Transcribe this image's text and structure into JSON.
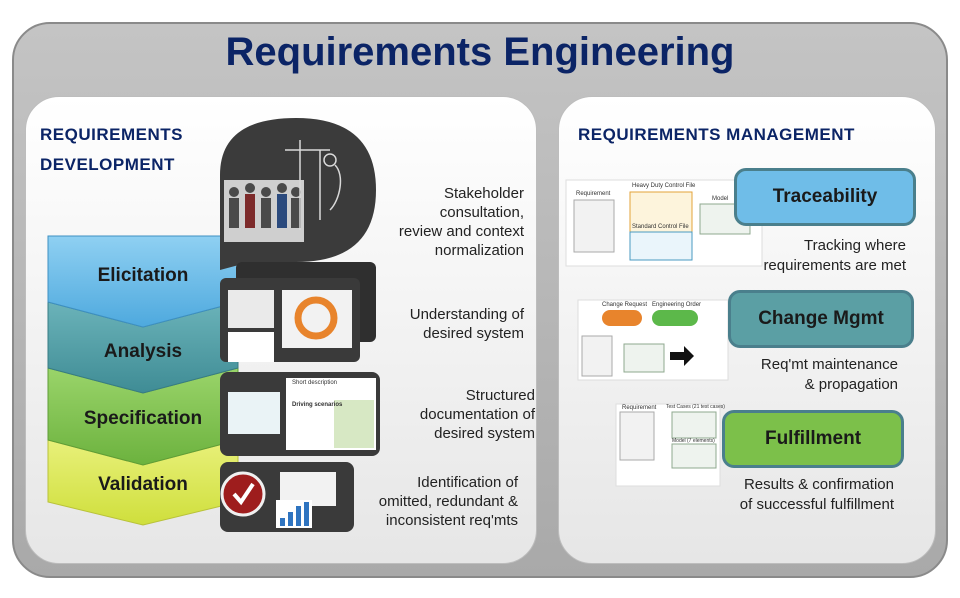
{
  "title": "Requirements Engineering",
  "development": {
    "title_line1": "REQUIREMENTS",
    "title_line2": "DEVELOPMENT",
    "stages": [
      {
        "label": "Elicitation",
        "color": "#5fb4e6",
        "description": [
          "Stakeholder",
          "consultation,",
          "review and context",
          "normalization"
        ]
      },
      {
        "label": "Analysis",
        "color": "#4a9aa3",
        "description": [
          "Understanding of",
          "desired system"
        ]
      },
      {
        "label": "Specification",
        "color": "#7cc04a",
        "description": [
          "Structured",
          "documentation of",
          "desired system"
        ]
      },
      {
        "label": "Validation",
        "color": "#d7e64a",
        "description": [
          "Identification of",
          "omitted, redundant &",
          "inconsistent req'mts"
        ]
      }
    ]
  },
  "management": {
    "title": "REQUIREMENTS  MANAGEMENT",
    "items": [
      {
        "label": "Traceability",
        "color": "#6fbde8",
        "description": [
          "Tracking where",
          "requirements are met"
        ]
      },
      {
        "label": "Change Mgmt",
        "color": "#5b9fa4",
        "description": [
          "Req'mt maintenance",
          "& propagation"
        ]
      },
      {
        "label": "Fulfillment",
        "color": "#7cc04a",
        "description": [
          "Results & confirmation",
          "of successful fulfillment"
        ]
      }
    ]
  },
  "thumbnail_text": {
    "requirement": "Requirement",
    "heavy_duty": "Heavy Duty Control File",
    "standard": "Standard Control File",
    "model": "Model",
    "change_request": "Change Request",
    "engineering_order": "Engineering Order",
    "test_cases": "Test Cases (21 test cases)",
    "model7": "Model (7 elements)",
    "short_description": "Short description",
    "driving_scenarios": "Driving scenarios"
  }
}
